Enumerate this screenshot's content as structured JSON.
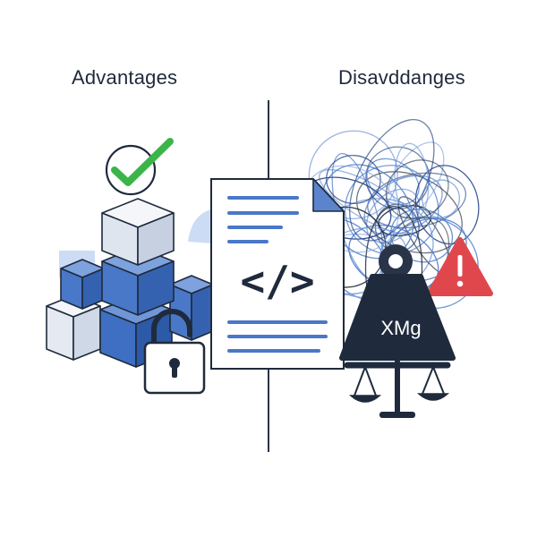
{
  "headings": {
    "advantages": "Advantages",
    "disadvantages": "Disavddanges"
  },
  "document": {
    "code_symbol": "</>"
  },
  "weight": {
    "label": "XMg"
  },
  "icons": {
    "check": "checkmark-icon",
    "lock": "padlock-icon",
    "warning": "warning-triangle-icon",
    "scale": "balance-scale-icon",
    "blocks": "cube-stack-icon",
    "tangle": "tangled-lines-icon"
  },
  "colors": {
    "navy": "#1f2a3c",
    "blue": "#3e6fc2",
    "light_blue": "#c9d8f0",
    "green": "#3bb54a",
    "red": "#e0474c"
  }
}
